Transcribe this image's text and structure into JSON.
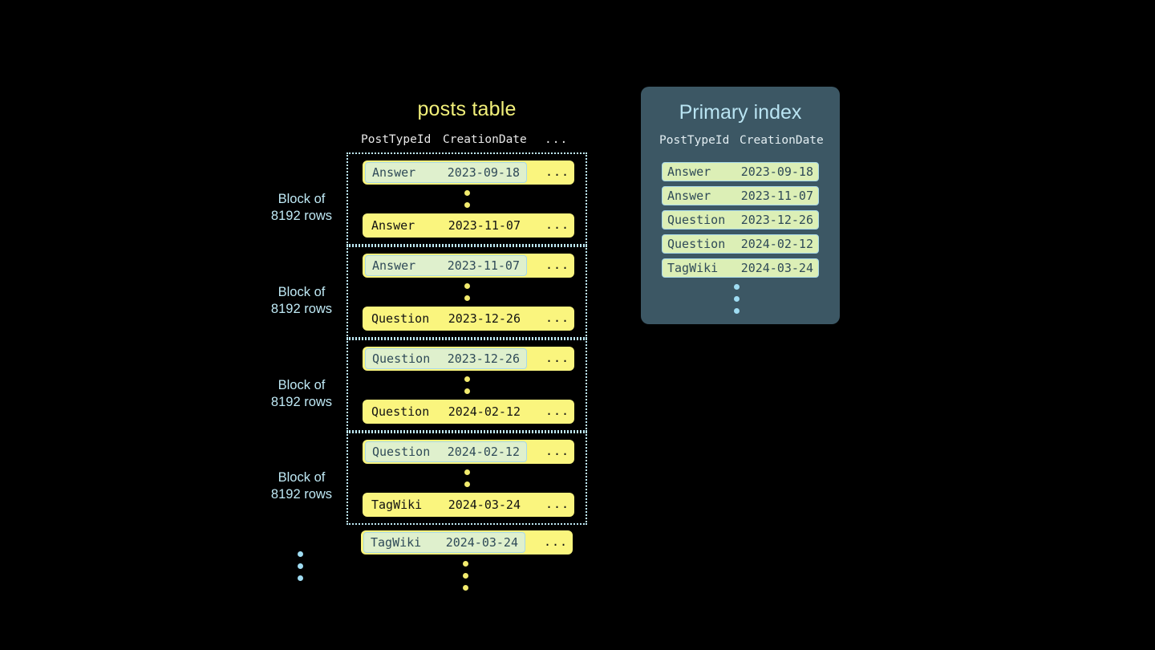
{
  "posts_table": {
    "title": "posts table",
    "columns": [
      "PostTypeId",
      "CreationDate",
      "..."
    ],
    "ellipsis": "...",
    "block_label": "Block of\n8192 rows",
    "blocks": [
      {
        "label_line1": "Block of",
        "label_line2": "8192 rows",
        "first_row": {
          "type": "Answer",
          "date": "2023-09-18",
          "more": "...",
          "highlighted": true
        },
        "last_row": {
          "type": "Answer",
          "date": "2023-11-07",
          "more": "...",
          "highlighted": false
        }
      },
      {
        "label_line1": "Block of",
        "label_line2": "8192 rows",
        "first_row": {
          "type": "Answer",
          "date": "2023-11-07",
          "more": "...",
          "highlighted": true
        },
        "last_row": {
          "type": "Question",
          "date": "2023-12-26",
          "more": "...",
          "highlighted": false
        }
      },
      {
        "label_line1": "Block of",
        "label_line2": "8192 rows",
        "first_row": {
          "type": "Question",
          "date": "2023-12-26",
          "more": "...",
          "highlighted": true
        },
        "last_row": {
          "type": "Question",
          "date": "2024-02-12",
          "more": "...",
          "highlighted": false
        }
      },
      {
        "label_line1": "Block of",
        "label_line2": "8192 rows",
        "first_row": {
          "type": "Question",
          "date": "2024-02-12",
          "more": "...",
          "highlighted": true
        },
        "last_row": {
          "type": "TagWiki",
          "date": "2024-03-24",
          "more": "...",
          "highlighted": false
        }
      }
    ],
    "trailing_row": {
      "type": "TagWiki",
      "date": "2024-03-24",
      "more": "...",
      "highlighted": true
    }
  },
  "primary_index": {
    "title": "Primary index",
    "columns": [
      "PostTypeId",
      "CreationDate"
    ],
    "rows": [
      {
        "type": "Answer",
        "date": "2023-09-18"
      },
      {
        "type": "Answer",
        "date": "2023-11-07"
      },
      {
        "type": "Question",
        "date": "2023-12-26"
      },
      {
        "type": "Question",
        "date": "2024-02-12"
      },
      {
        "type": "TagWiki",
        "date": "2024-03-24"
      }
    ]
  },
  "colors": {
    "background": "#000000",
    "row_yellow": "#faf57e",
    "highlight_green": "#dff0cd",
    "highlight_border": "#a8d8e8",
    "accent_blue": "#bfe9f5",
    "title_yellow": "#f2f07a",
    "panel_slate": "#3c5764",
    "index_row_green": "#dcefb6"
  }
}
